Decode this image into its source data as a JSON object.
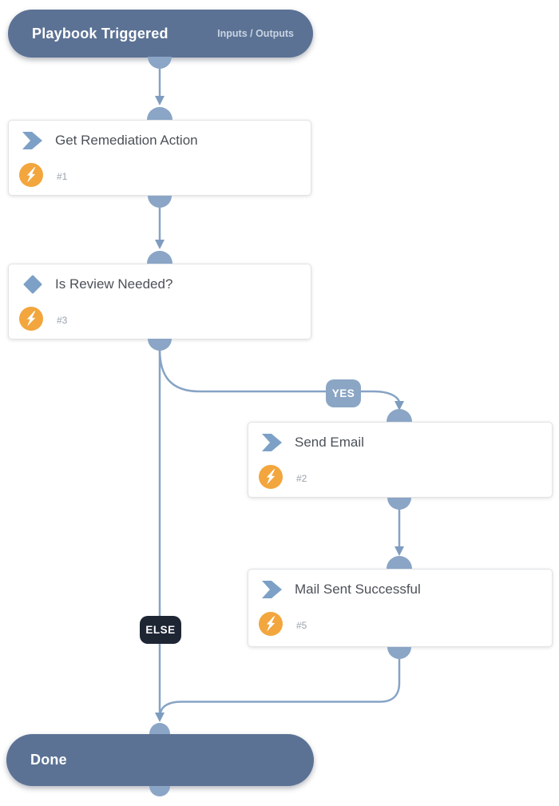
{
  "diagram": {
    "start": {
      "title": "Playbook Triggered",
      "io_link": "Inputs / Outputs"
    },
    "tasks": [
      {
        "id": "#1",
        "title": "Get Remediation Action",
        "type": "action",
        "type_icon": "chevron-action-icon",
        "badge_icon": "lightning-bolt-icon"
      },
      {
        "id": "#3",
        "title": "Is Review Needed?",
        "type": "condition",
        "type_icon": "diamond-condition-icon",
        "badge_icon": "lightning-bolt-icon"
      },
      {
        "id": "#2",
        "title": "Send Email",
        "type": "action",
        "type_icon": "chevron-action-icon",
        "badge_icon": "lightning-bolt-icon"
      },
      {
        "id": "#5",
        "title": "Mail Sent Successful",
        "type": "action",
        "type_icon": "chevron-action-icon",
        "badge_icon": "lightning-bolt-icon"
      }
    ],
    "branches": {
      "yes": "YES",
      "else_label": "ELSE"
    },
    "end": {
      "title": "Done"
    },
    "colors": {
      "node_pill": "#5b7294",
      "connector": "#87a3c5",
      "port": "#8aa5c6",
      "arrow": "#7e9cbf",
      "type_icon": "#7da0c6",
      "badge_orange": "#f2a63d",
      "yes_badge": "#8ba6c4",
      "else_badge": "#1e2634",
      "title_text": "#4c5158",
      "id_text": "#9aa2ab"
    }
  }
}
